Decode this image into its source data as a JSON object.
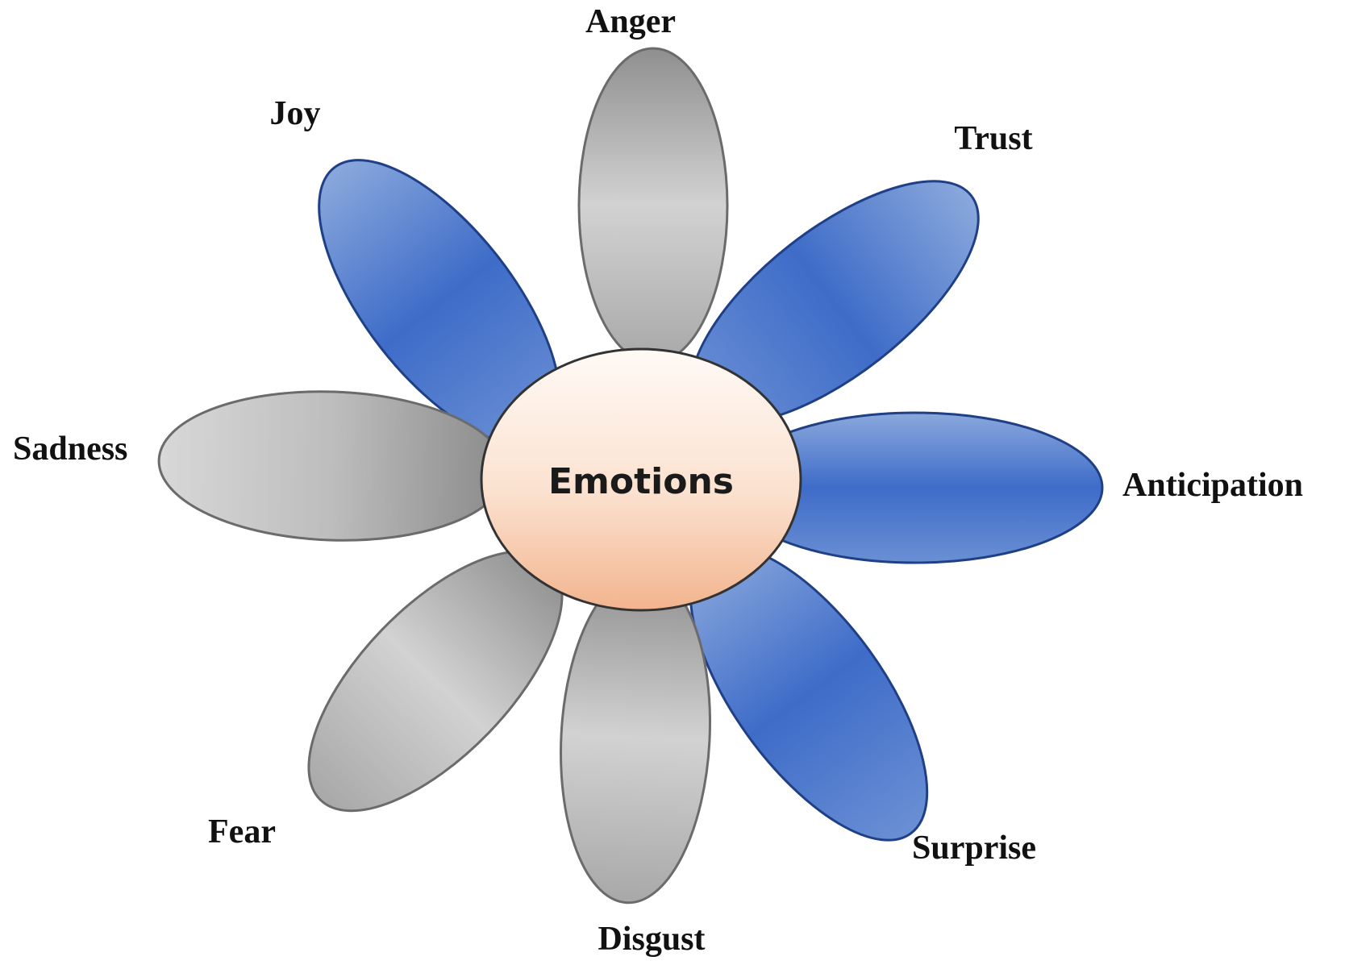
{
  "diagram": {
    "center": {
      "label": "Emotions"
    },
    "petals": [
      {
        "id": "anger",
        "label": "Anger",
        "color": "gray"
      },
      {
        "id": "trust",
        "label": "Trust",
        "color": "blue"
      },
      {
        "id": "anticipation",
        "label": "Anticipation",
        "color": "blue"
      },
      {
        "id": "surprise",
        "label": "Surprise",
        "color": "blue"
      },
      {
        "id": "disgust",
        "label": "Disgust",
        "color": "gray"
      },
      {
        "id": "fear",
        "label": "Fear",
        "color": "gray"
      },
      {
        "id": "sadness",
        "label": "Sadness",
        "color": "gray"
      },
      {
        "id": "joy",
        "label": "Joy",
        "color": "blue"
      }
    ]
  },
  "colors": {
    "blue_light": "#8aa8dc",
    "blue_mid": "#3e6cc8",
    "blue_dark": "#2c4f9e",
    "gray_light": "#e3e3e3",
    "gray_mid": "#bdbdbd",
    "gray_dark": "#8a8a8a",
    "center_light": "#fffaf5",
    "center_dark": "#f2b48e"
  }
}
